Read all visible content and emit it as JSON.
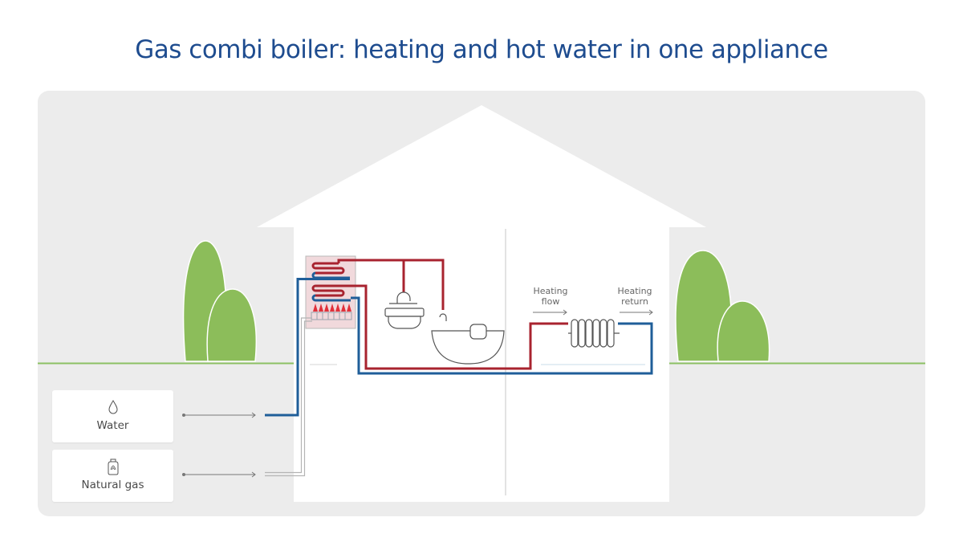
{
  "title": "Gas combi boiler: heating and hot water in one appliance",
  "sources": {
    "water": {
      "label": "Water",
      "icon": "water-drop-icon"
    },
    "gas": {
      "label": "Natural gas",
      "icon": "gas-canister-icon"
    }
  },
  "heating": {
    "flow": {
      "line1": "Heating",
      "line2": "flow"
    },
    "return": {
      "line1": "Heating",
      "line2": "return"
    }
  },
  "colors": {
    "title": "#1e4c8f",
    "background": "#ececec",
    "ground": "#8cc063",
    "tree": "#8cbd5a",
    "hot_pipe": "#a8232f",
    "cold_pipe": "#1f5e99",
    "gas_pipe": "#b0b0b0"
  }
}
